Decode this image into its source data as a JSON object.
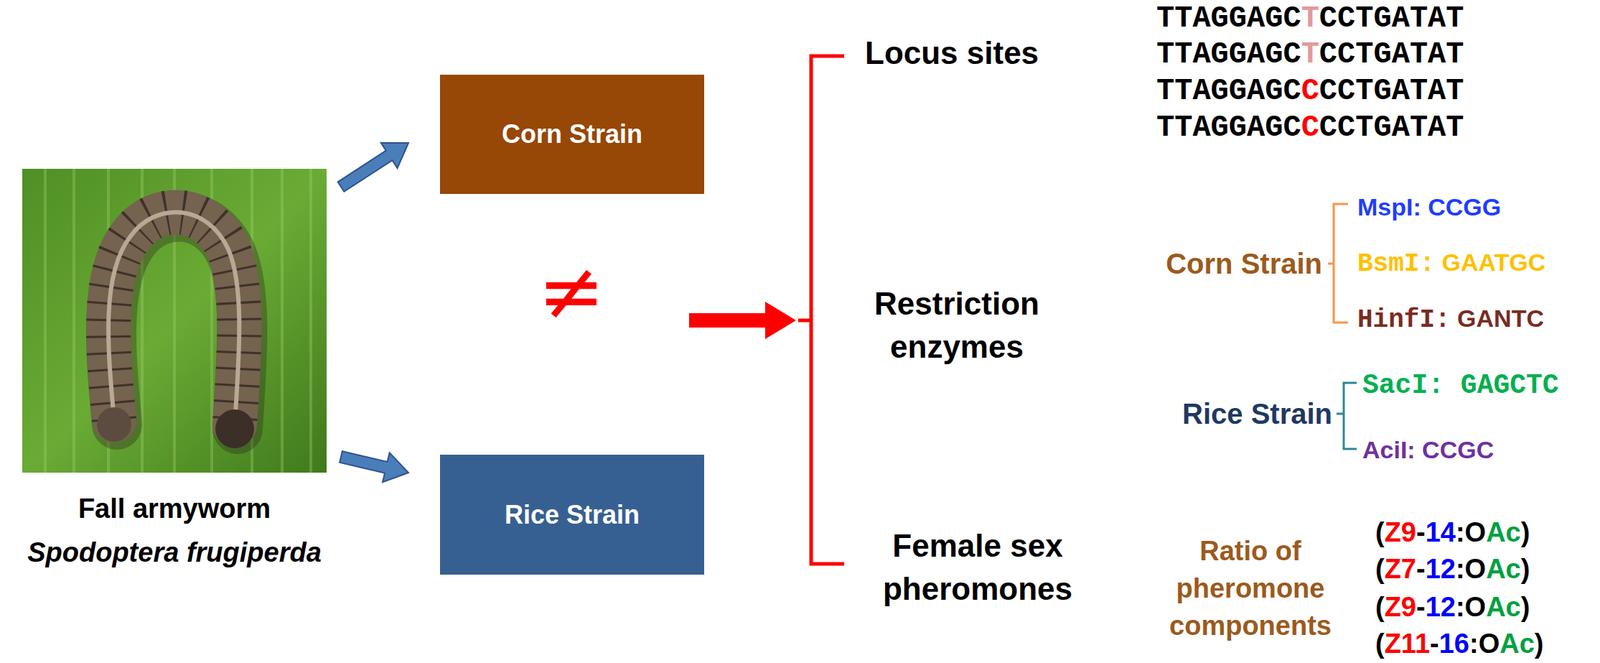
{
  "diagram": {
    "nodes": [
      {
        "text": [
          "Fall armyworm",
          "Spodoptera frugiperda"
        ]
      },
      {
        "text": [
          "Corn Strain"
        ]
      },
      {
        "text": [
          "Rice Strain"
        ]
      }
    ],
    "edges": [
      {
        "from": 0,
        "to": 1,
        "arrow": "to"
      },
      {
        "from": 0,
        "to": 2,
        "arrow": "to"
      }
    ],
    "labels": [
      "≠",
      "Locus sites",
      "TTAGGAGCTCCTGATAT",
      "TTAGGAGCTCCTGATAT",
      "TTAGGAGCCCCTGATAT",
      "TTAGGAGCCCCTGATAT",
      "Restriction enzymes",
      "Corn Strain",
      "MspI: CCGG",
      "BsmI: GAATGC",
      "HinfI: GANTC",
      "Rice Strain",
      "SacI: GAGCTC",
      "AciI: CCGC",
      "Female sex pheromones",
      "Ratio of pheromone components",
      "(Z9-14:OAc)",
      "(Z7-12:OAc)",
      "(Z9-12:OAc)",
      "(Z11-16:OAc)"
    ]
  }
}
